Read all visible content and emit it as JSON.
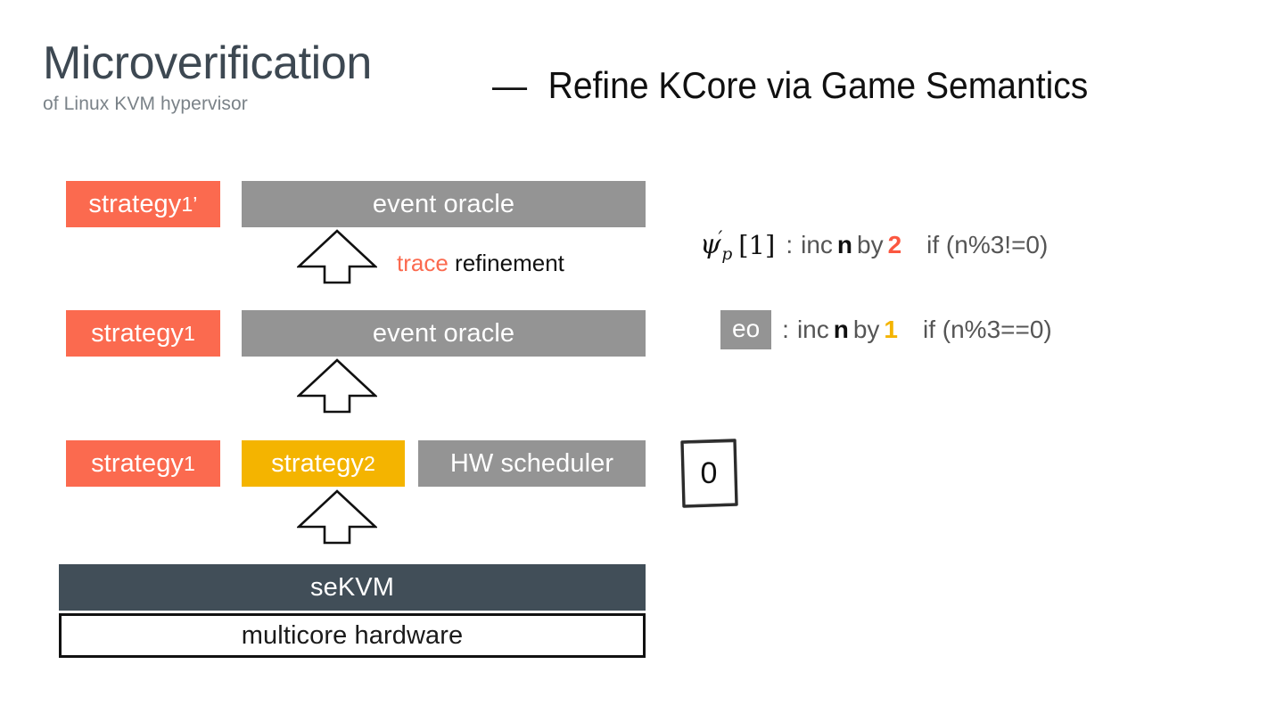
{
  "header": {
    "title": "Microverification",
    "subtitle": "of Linux KVM hypervisor",
    "headline_dash": "—",
    "headline": "Refine KCore via Game Semantics"
  },
  "colors": {
    "coral": "#fb6a4f",
    "gray": "#949494",
    "amber": "#f4b400",
    "slate": "#414e58",
    "title": "#3d4852",
    "subtitle": "#7a8288",
    "background": "#ffffff",
    "text_dark": "#101010",
    "text_muted": "#555555"
  },
  "diagram": {
    "rows": [
      {
        "strategy_label": "strategy",
        "strategy_index": "1",
        "strategy_prime": "’",
        "oracle_label": "event oracle"
      },
      {
        "strategy_label": "strategy",
        "strategy_index": "1",
        "oracle_label": "event oracle"
      },
      {
        "strategy_label": "strategy",
        "strategy_index": "1",
        "strategy2_label": "strategy",
        "strategy2_index": "2",
        "scheduler_label": "HW scheduler"
      }
    ],
    "base": {
      "sekvm_label": "seKVM",
      "hardware_label": "multicore hardware"
    },
    "arrow_label": {
      "accent": "trace",
      "rest": "refinement"
    },
    "arrows": [
      {
        "name": "refinement-arrow-top"
      },
      {
        "name": "refinement-arrow-middle"
      },
      {
        "name": "refinement-arrow-bottom"
      }
    ]
  },
  "right_panel": {
    "formulas": [
      {
        "symbol_base": "ψ",
        "symbol_prime": "′",
        "symbol_subscript": "p",
        "symbol_bracket": "[1]",
        "colon": ":",
        "action": "inc",
        "variable": "n",
        "by": "by",
        "amount": "2",
        "amount_color": "#fb5740",
        "condition": "if (n%3!=0)"
      },
      {
        "badge": "eo",
        "colon": ":",
        "action": "inc",
        "variable": "n",
        "by": "by",
        "amount": "1",
        "amount_color": "#f4b400",
        "condition": "if (n%3==0)"
      }
    ],
    "counter": {
      "value": "0"
    }
  }
}
